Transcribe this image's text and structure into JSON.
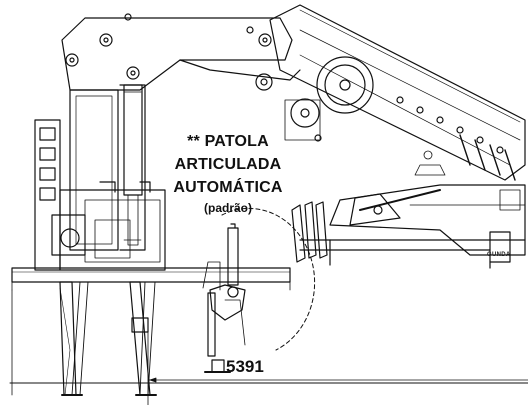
{
  "callout": {
    "line1": "** PATOLA",
    "line2": "ARTICULADA",
    "line3": "AUTOMÁTICA",
    "note": "(padrão)"
  },
  "dimension": {
    "value": "5391"
  },
  "brand_mark": "GUNDA",
  "colors": {
    "line": "#111111",
    "background": "#ffffff"
  }
}
